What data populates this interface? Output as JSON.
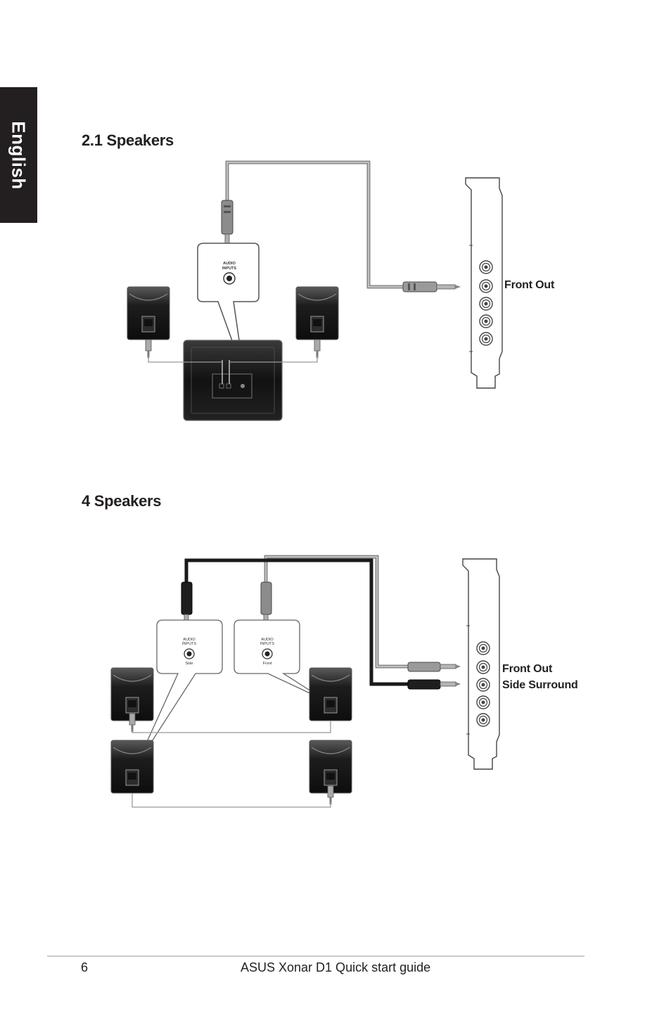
{
  "side_tab": {
    "label": "English"
  },
  "sections": [
    {
      "title": "2.1 Speakers",
      "card_labels": [
        "Front Out"
      ],
      "panel_text": [
        "AUDIO",
        "INPUTS"
      ]
    },
    {
      "title": "4 Speakers",
      "card_labels": [
        "Front Out",
        "Side Surround"
      ],
      "panel_texts": [
        [
          "AUDIO",
          "INPUTS",
          "Side"
        ],
        [
          "AUDIO",
          "INPUTS",
          "Front"
        ]
      ]
    }
  ],
  "footer": {
    "page_number": "6",
    "guide_title": "ASUS Xonar D1 Quick start guide"
  }
}
